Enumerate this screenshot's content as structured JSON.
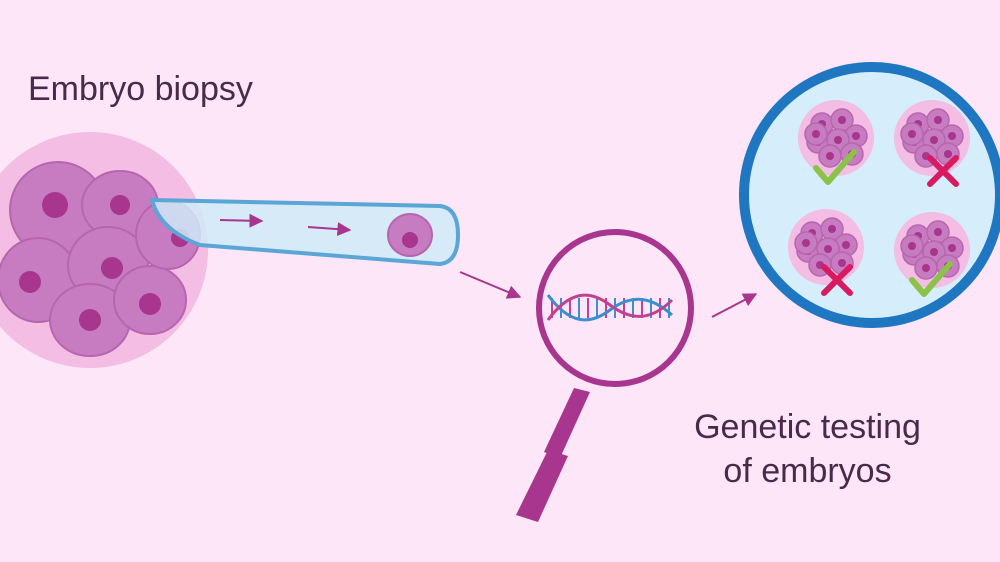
{
  "labels": {
    "biopsy": "Embryo biopsy",
    "genetic_line1": "Genetic testing",
    "genetic_line2": "of embryos"
  },
  "colors": {
    "background": "#fde6f7",
    "cell": "#c77bc0",
    "nucleus": "#a8358e",
    "pipette": "#cfeaf7",
    "pipette_border": "#5aa6d6",
    "magnifier": "#a8358e",
    "dish_border": "#1f77c2",
    "dish_fill": "#d6eefb",
    "pass": "#8bc34a",
    "fail": "#d81b60",
    "dna_blue": "#3b8fd0",
    "dna_pink": "#c2418f"
  },
  "embryo_results": [
    "pass",
    "fail",
    "fail",
    "pass"
  ]
}
